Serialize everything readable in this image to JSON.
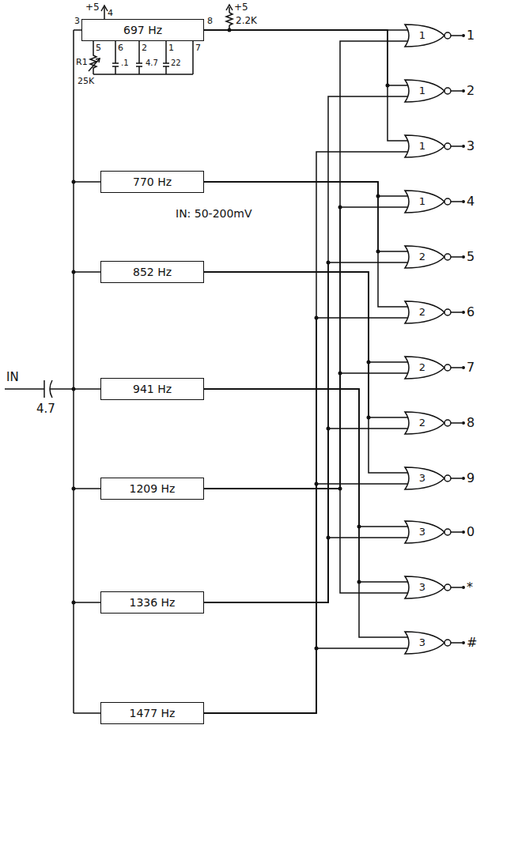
{
  "diagram": {
    "nodes": [
      {
        "text": [
          "697 Hz"
        ]
      },
      {
        "text": [
          "770 Hz"
        ]
      },
      {
        "text": [
          "852 Hz"
        ]
      },
      {
        "text": [
          "941 Hz"
        ]
      },
      {
        "text": [
          "1209 Hz"
        ]
      },
      {
        "text": [
          "1336 Hz"
        ]
      },
      {
        "text": [
          "1477 Hz"
        ]
      },
      {
        "text": [
          "1"
        ]
      },
      {
        "text": [
          "1"
        ]
      },
      {
        "text": [
          "1"
        ]
      },
      {
        "text": [
          "1"
        ]
      },
      {
        "text": [
          "2"
        ]
      },
      {
        "text": [
          "2"
        ]
      },
      {
        "text": [
          "2"
        ]
      },
      {
        "text": [
          "2"
        ]
      },
      {
        "text": [
          "3"
        ]
      },
      {
        "text": [
          "3"
        ]
      },
      {
        "text": [
          "3"
        ]
      },
      {
        "text": [
          "3"
        ]
      }
    ],
    "edges": [
      {
        "from": 0,
        "to": 7,
        "arrow": "none"
      },
      {
        "from": 0,
        "to": 8,
        "arrow": "none"
      },
      {
        "from": 0,
        "to": 9,
        "arrow": "none"
      },
      {
        "from": 1,
        "to": 10,
        "arrow": "none"
      },
      {
        "from": 1,
        "to": 11,
        "arrow": "none"
      },
      {
        "from": 1,
        "to": 12,
        "arrow": "none"
      },
      {
        "from": 2,
        "to": 13,
        "arrow": "none"
      },
      {
        "from": 2,
        "to": 14,
        "arrow": "none"
      },
      {
        "from": 2,
        "to": 15,
        "arrow": "none"
      },
      {
        "from": 3,
        "to": 16,
        "arrow": "none"
      },
      {
        "from": 3,
        "to": 17,
        "arrow": "none"
      },
      {
        "from": 3,
        "to": 18,
        "arrow": "none"
      },
      {
        "from": 4,
        "to": 7,
        "arrow": "none"
      },
      {
        "from": 4,
        "to": 10,
        "arrow": "none"
      },
      {
        "from": 4,
        "to": 13,
        "arrow": "none"
      },
      {
        "from": 4,
        "to": 17,
        "arrow": "none"
      },
      {
        "from": 5,
        "to": 8,
        "arrow": "none"
      },
      {
        "from": 5,
        "to": 11,
        "arrow": "none"
      },
      {
        "from": 5,
        "to": 14,
        "arrow": "none"
      },
      {
        "from": 5,
        "to": 16,
        "arrow": "none"
      },
      {
        "from": 6,
        "to": 9,
        "arrow": "none"
      },
      {
        "from": 6,
        "to": 12,
        "arrow": "none"
      },
      {
        "from": 6,
        "to": 15,
        "arrow": "none"
      },
      {
        "from": 6,
        "to": 18,
        "arrow": "none"
      }
    ],
    "labels": [
      "+5",
      "4",
      "3",
      "8",
      "5",
      "6",
      "2",
      "1",
      "7",
      "R1",
      "25K",
      ".1",
      "4.7",
      "22",
      "+5",
      "2.2K",
      "IN: 50-200mV",
      "IN",
      "4.7",
      "1",
      "2",
      "3",
      "4",
      "5",
      "6",
      "7",
      "8",
      "9",
      "0",
      "*",
      "#"
    ]
  }
}
